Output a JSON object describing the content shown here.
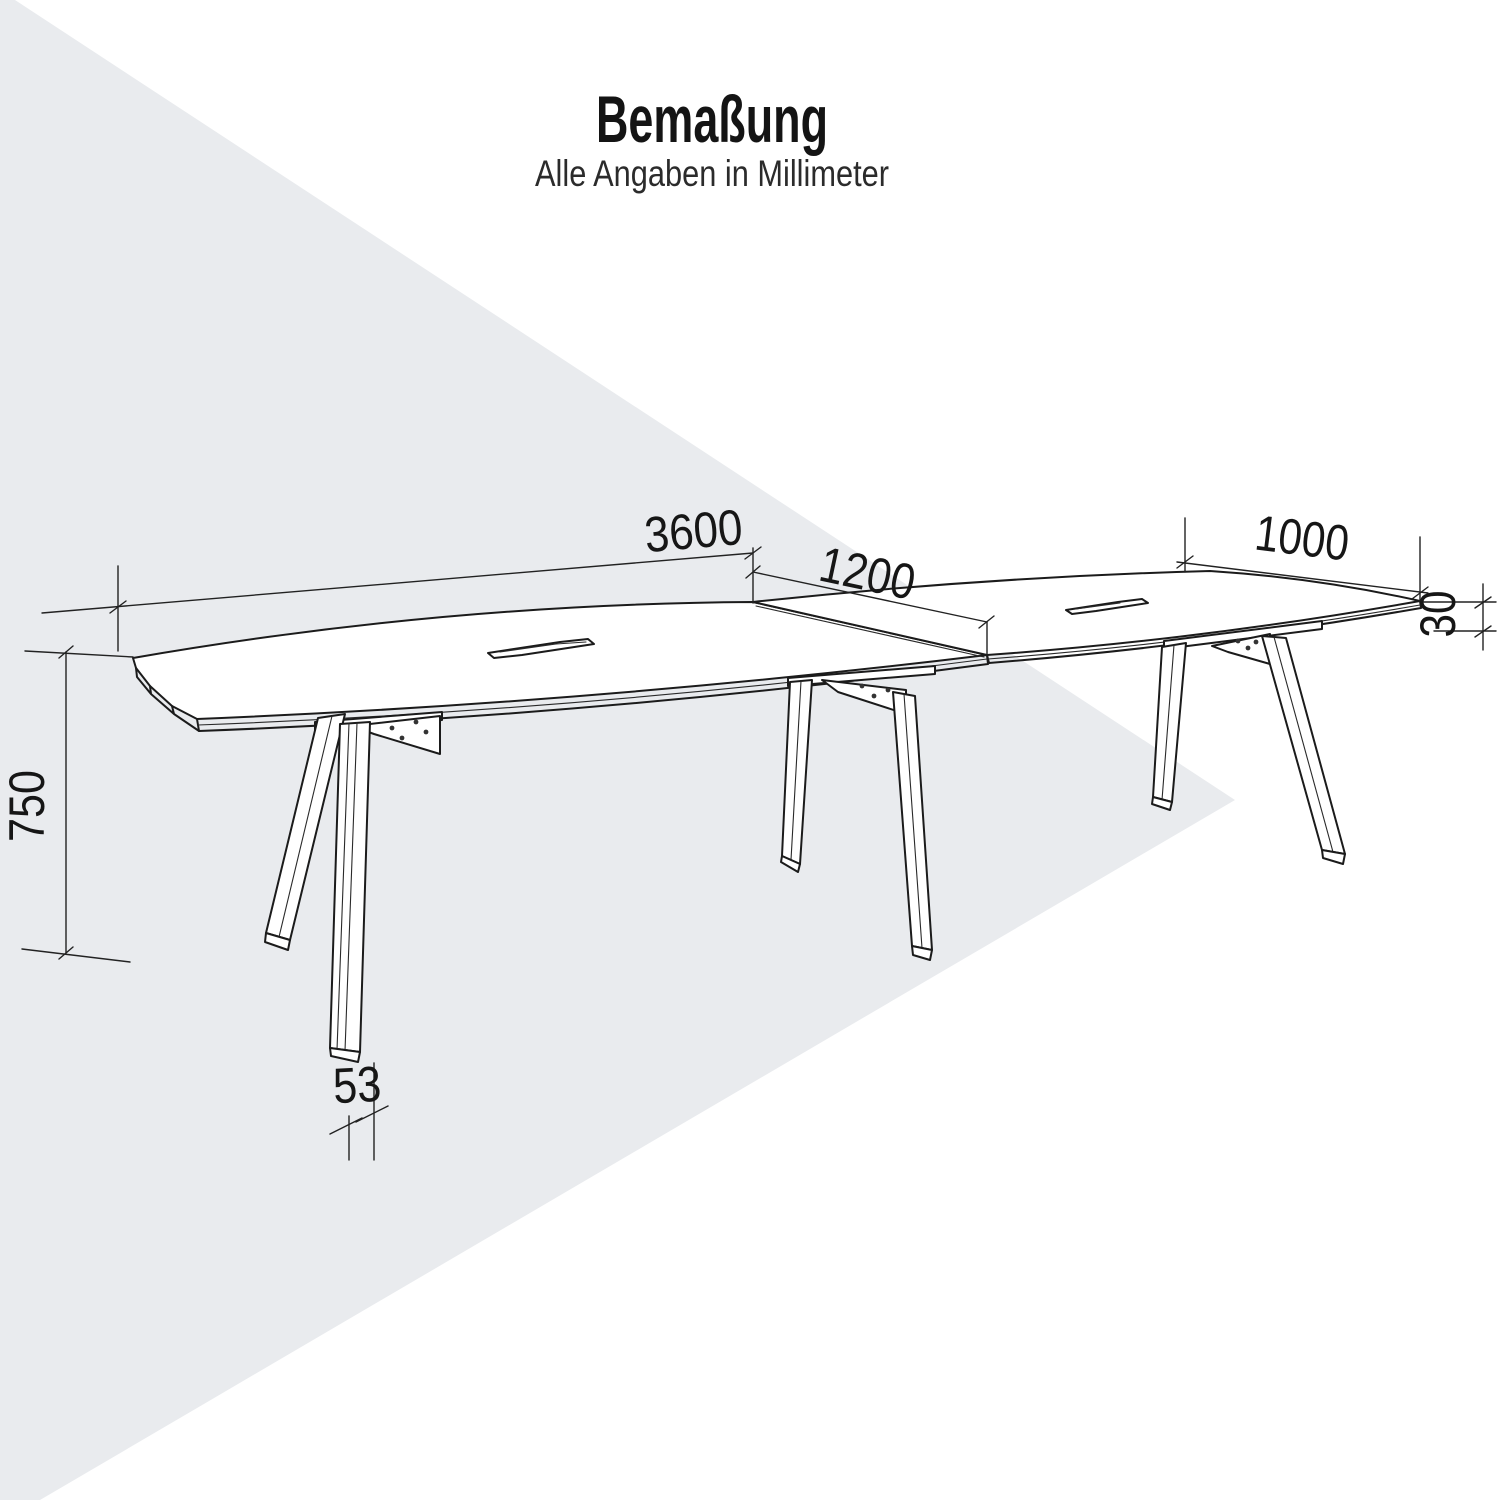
{
  "header": {
    "title": "Bemaßung",
    "subtitle": "Alle Angaben in Millimeter"
  },
  "dimensions": {
    "main_length": "3600",
    "extension_length": "1200",
    "width": "1000",
    "top_thickness": "30",
    "height": "750",
    "foot_offset": "53"
  },
  "colors": {
    "background_wedge": "#e9ebee",
    "line": "#1b1b1b",
    "text": "#141414"
  }
}
